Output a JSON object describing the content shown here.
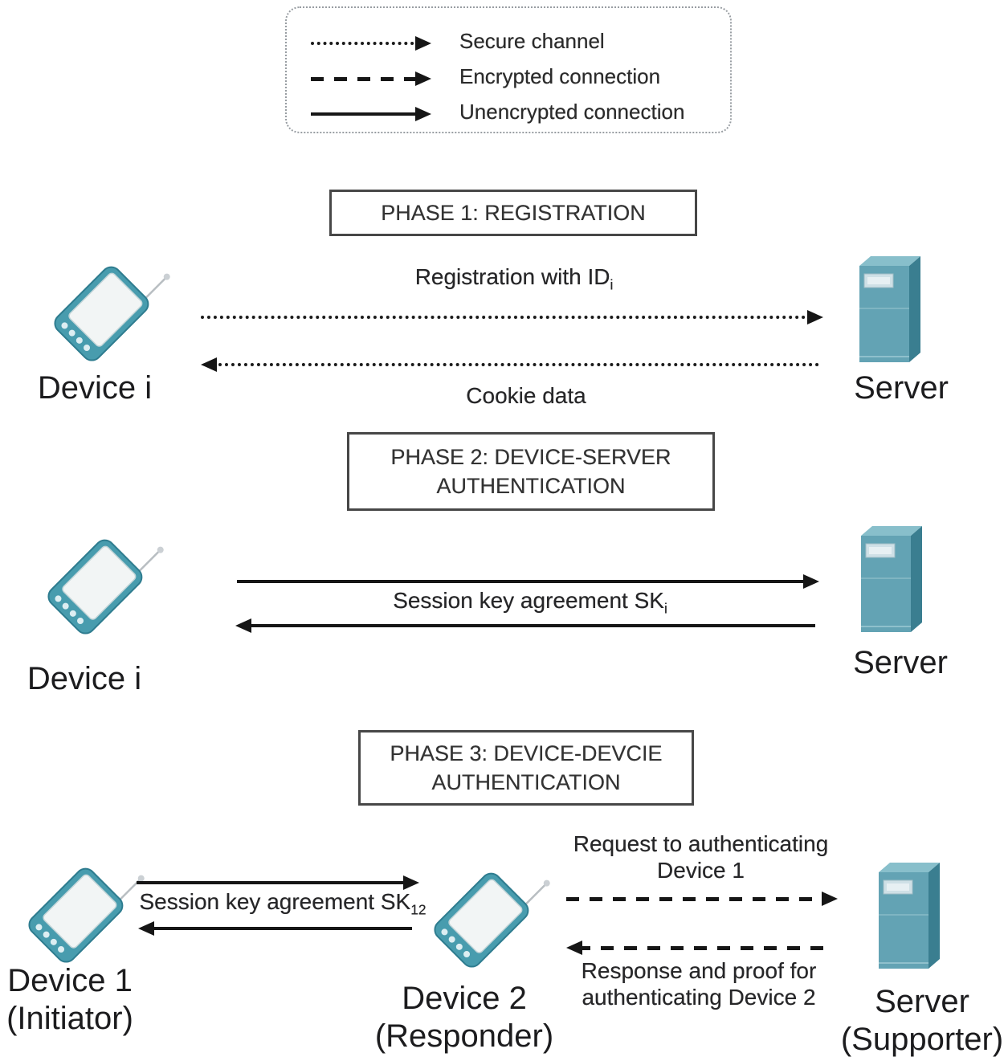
{
  "legend": {
    "secure": "Secure channel",
    "encrypted": "Encrypted connection",
    "unencrypted": "Unencrypted connection"
  },
  "phase1": {
    "title": "PHASE 1: REGISTRATION",
    "device_label": "Device i",
    "server_label": "Server",
    "msg_to_server": {
      "text": "Registration with ID",
      "sub": "i"
    },
    "msg_to_device": {
      "text": "Cookie data"
    }
  },
  "phase2": {
    "title_line1": "PHASE 2: DEVICE-SERVER",
    "title_line2": "AUTHENTICATION",
    "device_label": "Device i",
    "server_label": "Server",
    "msg": {
      "text": "Session key agreement SK",
      "sub": "i"
    }
  },
  "phase3": {
    "title_line1": "PHASE 3: DEVICE-DEVCIE",
    "title_line2": "AUTHENTICATION",
    "device1": {
      "name": "Device 1",
      "role": "(Initiator)"
    },
    "device2": {
      "name": "Device 2",
      "role": "(Responder)"
    },
    "server": {
      "name": "Server",
      "role": "(Supporter)"
    },
    "msg_between_devices": {
      "text": "Session key agreement SK",
      "sub": "12"
    },
    "msg_request": {
      "line1": "Request to authenticating",
      "line2": "Device 1"
    },
    "msg_response": {
      "line1": "Response and proof for",
      "line2": "authenticating Device 2"
    }
  },
  "colors": {
    "device_teal": "#489cae",
    "server_front": "#63a3b4",
    "server_side": "#3a7e90",
    "server_top": "#88bfcb",
    "arrow": "#161616",
    "legend_border": "#989da2"
  }
}
